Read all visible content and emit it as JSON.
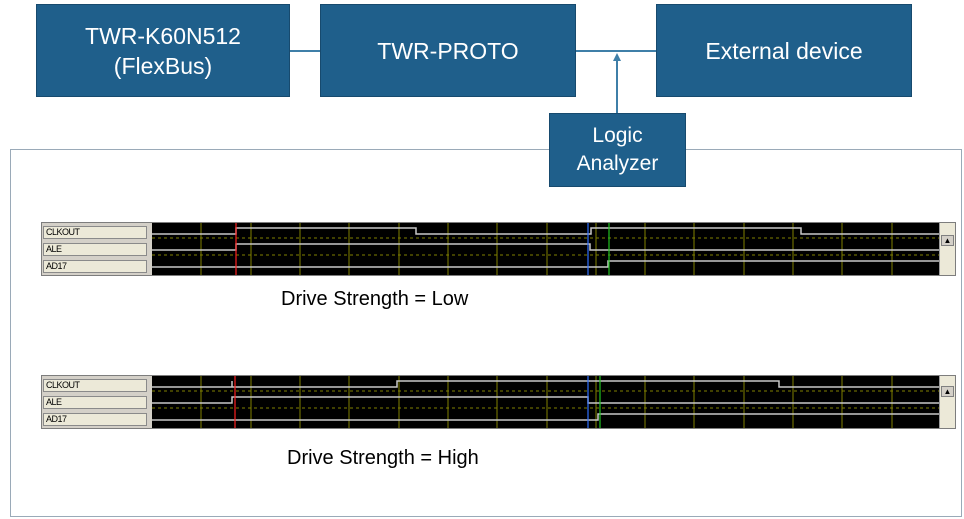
{
  "blocks": {
    "k60": "TWR-K60N512\n(FlexBus)",
    "proto": "TWR-PROTO",
    "external": "External device",
    "logic_analyzer": "Logic\nAnalyzer"
  },
  "captures": [
    {
      "caption": "Drive Strength = Low",
      "signals": [
        "CLKOUT",
        "ALE",
        "AD17"
      ],
      "transitions": {
        "clkout_fall": 0.335,
        "clkout_rise": 0.557,
        "clkout_fall2": 0.823,
        "ale_rise": 0.106,
        "ale_fall": 0.555,
        "ad17_rise": 0.578
      },
      "cursors": [
        {
          "pos": 0.106,
          "color": "#ff2020"
        },
        {
          "pos": 0.553,
          "color": "#3070ff"
        },
        {
          "pos": 0.579,
          "color": "#20c020"
        }
      ]
    },
    {
      "caption": "Drive Strength = High",
      "signals": [
        "CLKOUT",
        "ALE",
        "AD17"
      ],
      "transitions": {
        "clkout_fall": 0.102,
        "clkout_rise": 0.31,
        "clkout_fall2": 0.795,
        "ale_rise": 0.102,
        "ale_fall": 0.552,
        "ad17_rise": 0.565
      },
      "cursors": [
        {
          "pos": 0.105,
          "color": "#ff2020"
        },
        {
          "pos": 0.553,
          "color": "#3070ff"
        },
        {
          "pos": 0.568,
          "color": "#20c020"
        }
      ]
    }
  ],
  "colors": {
    "block_fill": "#1f5f8b",
    "wire": "#3f7fa8",
    "trace": "#c8c8c8",
    "grid": "#808000",
    "wave_bg": "#000000"
  }
}
